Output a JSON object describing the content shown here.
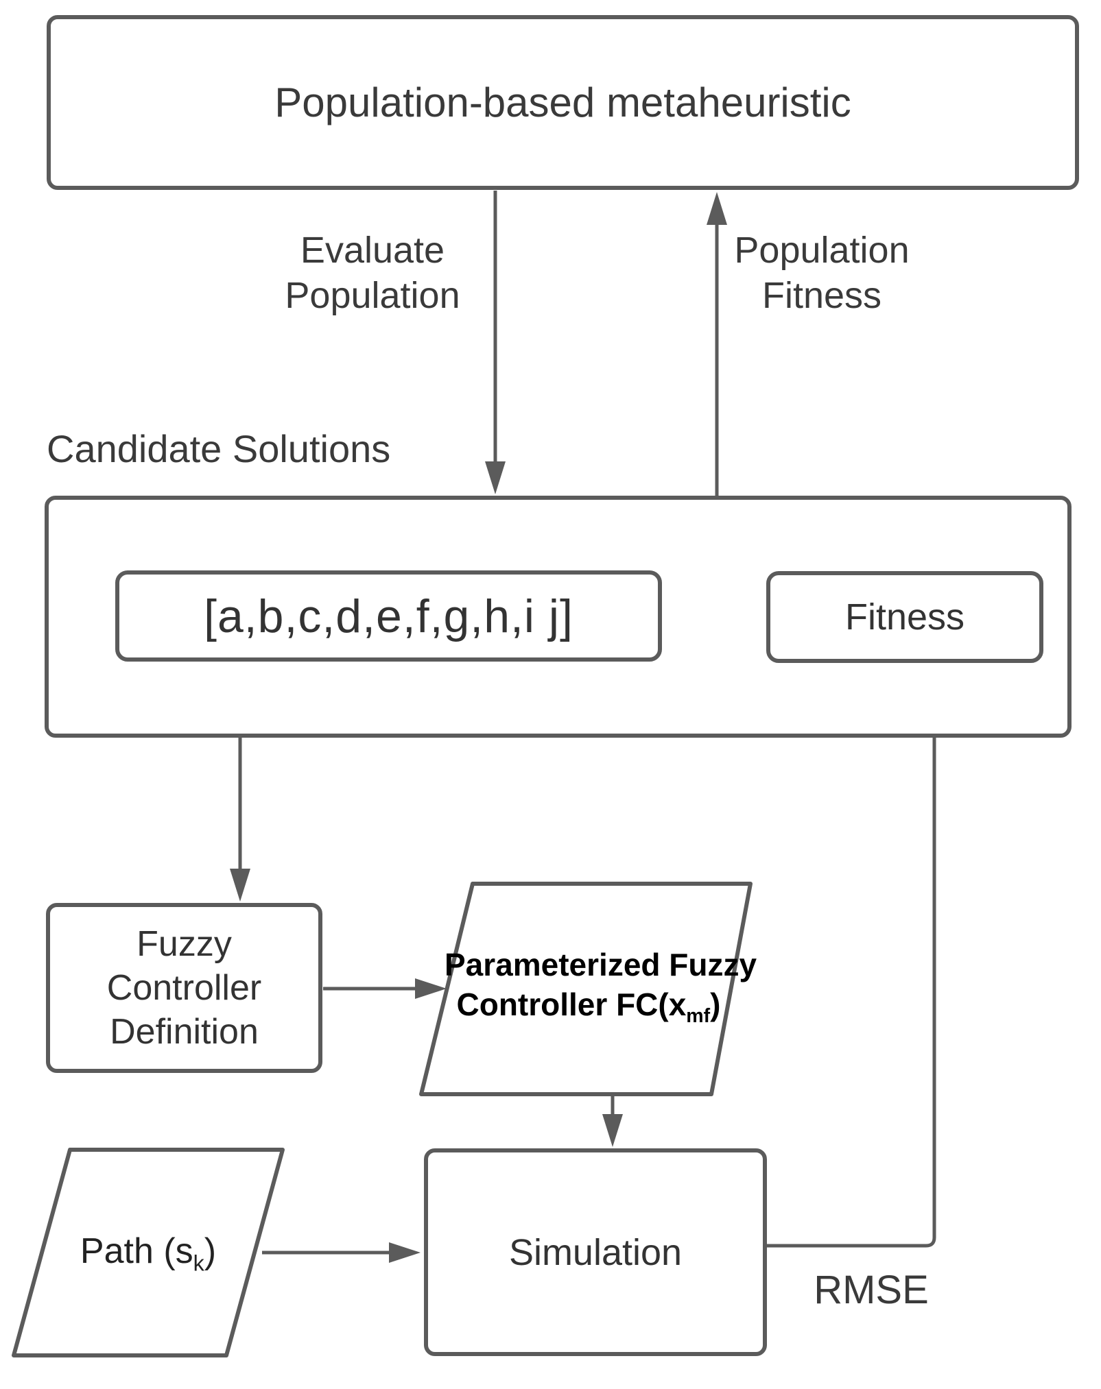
{
  "colors": {
    "stroke": "#5b5b5b",
    "text": "#333333",
    "emphasis_text": "#000000",
    "background": "#ffffff"
  },
  "nodes": {
    "metaheuristic": {
      "label": "Population-based metaheuristic"
    },
    "candidate_solutions": {
      "label": "Candidate Solutions"
    },
    "solution_vector": {
      "label": "[a,b,c,d,e,f,g,h,i j]"
    },
    "fitness": {
      "label": "Fitness"
    },
    "fuzzy_controller_definition": {
      "lines": [
        "Fuzzy",
        "Controller",
        "Definition"
      ]
    },
    "parameterized_fuzzy_controller": {
      "line1": "Parameterized Fuzzy",
      "line2_base": "Controller FC(x",
      "line2_sub": "mf",
      "line2_close": ")"
    },
    "simulation": {
      "label": "Simulation"
    },
    "path_input": {
      "base": "Path (s",
      "sub": "k",
      "close": ")"
    }
  },
  "edges": {
    "evaluate_population": {
      "line1": "Evaluate",
      "line2": "Population"
    },
    "population_fitness": {
      "line1": "Population",
      "line2": "Fitness"
    },
    "rmse": {
      "label": "RMSE"
    }
  }
}
